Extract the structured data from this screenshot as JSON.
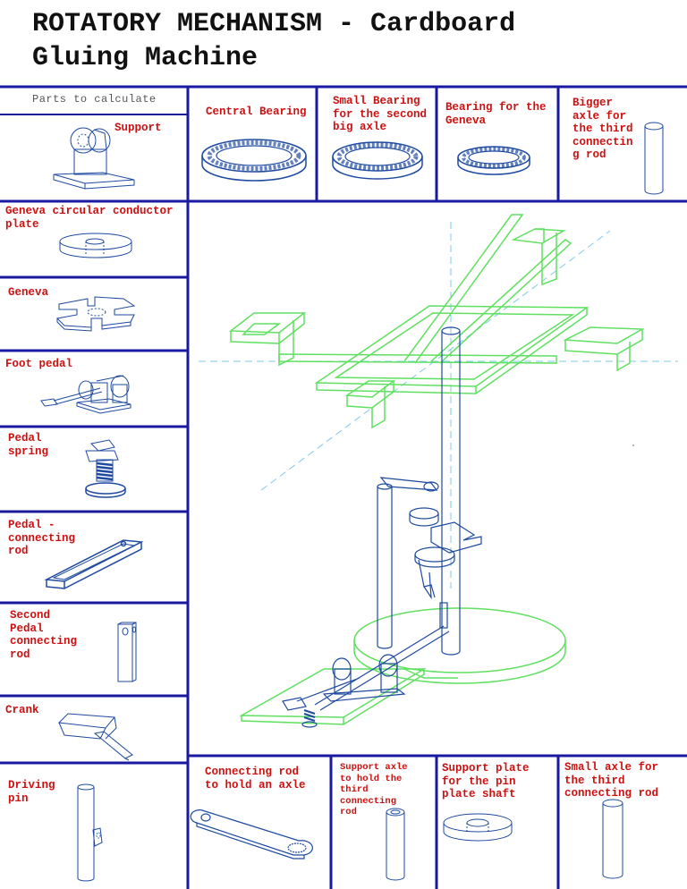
{
  "title": "ROTATORY MECHANISM - Cardboard\nGluing Machine",
  "header_label": "Parts to calculate",
  "colors": {
    "border": "#1a1aa0",
    "label": "#cc1111",
    "part_line": "#1e4aa0",
    "assembly_green": "#5fe060",
    "centerline": "#7fc8ee"
  },
  "parts": {
    "support": "Support",
    "central_bearing": "Central Bearing",
    "small_bearing": "Small Bearing\nfor the second\nbig axle",
    "geneva_bearing": "Bearing for the\nGeneva",
    "bigger_axle": "Bigger\naxle for\nthe third\nconnectin\ng rod",
    "geneva_plate": "Geneva circular conductor\nplate",
    "geneva": "Geneva",
    "foot_pedal": "Foot pedal",
    "pedal_spring": "Pedal\nspring",
    "pedal_connecting_rod": "Pedal -\nconnecting\nrod",
    "second_pedal_rod": "Second\nPedal\nconnecting\nrod",
    "crank": "Crank",
    "driving_pin": "Driving\npin",
    "connecting_rod_axle": "Connecting rod\nto hold an axle",
    "support_axle": "Support axle\nto hold the\nthird\nconnecting\nrod",
    "support_plate": "Support plate\nfor the pin\nplate shaft",
    "small_axle": "Small axle for\nthe third\nconnecting rod"
  }
}
